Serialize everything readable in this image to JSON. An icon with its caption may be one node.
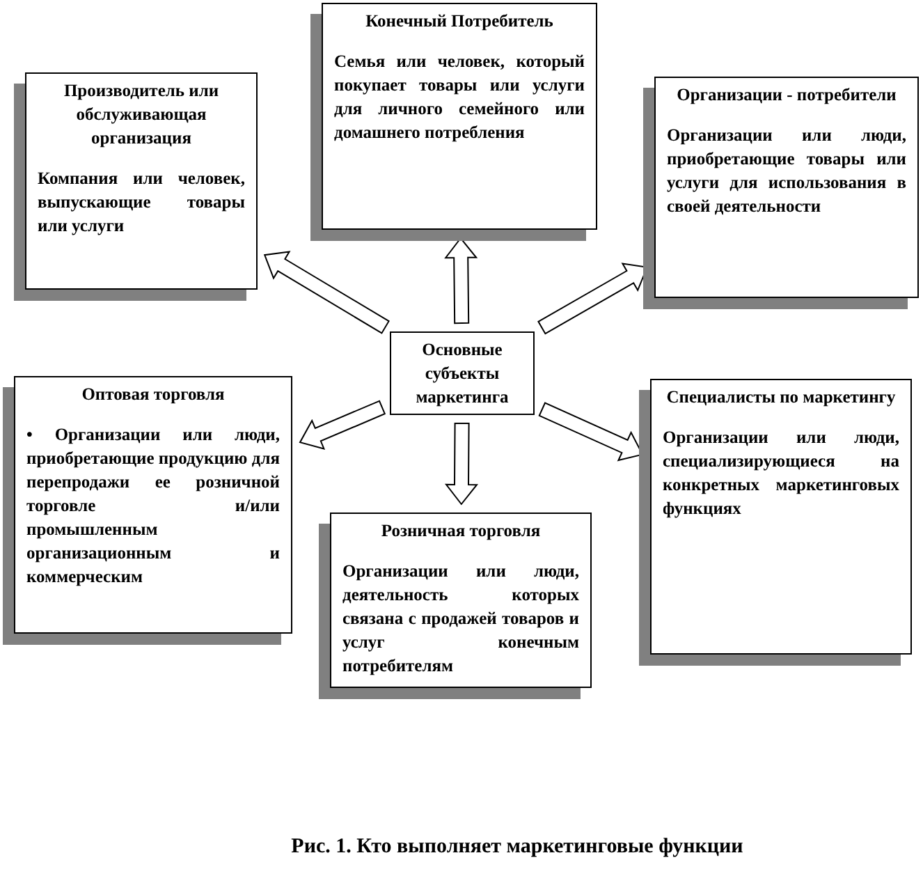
{
  "diagram": {
    "caption": "Рис. 1. Кто выполняет маркетинговые функции",
    "nodes": [
      {
        "text": [
          "Конечный Потребитель",
          "Семья или человек, который покупает товары или услуги для личного семейного или домашнего потребления"
        ]
      },
      {
        "text": [
          "Производитель или обслуживающая организация",
          "Компания или человек, выпускающие товары или услуги"
        ]
      },
      {
        "text": [
          "Организации - потребители",
          "Организации или люди, приобретающие товары или услуги для использования в своей деятельности"
        ]
      },
      {
        "text": [
          "Основные субъекты маркетинга"
        ]
      },
      {
        "text": [
          "Оптовая торговля",
          "• Организации или люди, приобретающие продукцию для перепродажи ее розничной торговле и/или промышленным организационным и коммерческим"
        ]
      },
      {
        "text": [
          "Специалисты по маркетингу",
          "Организации или люди, специализирующиеся на конкретных маркетинговых функциях"
        ]
      },
      {
        "text": [
          "Розничная торговля",
          "Организации или люди, деятельность которых связана с продажей товаров и услуг конечным потребителям"
        ]
      }
    ],
    "edges": [
      {
        "from": 3,
        "to": 0,
        "arrow": "to"
      },
      {
        "from": 3,
        "to": 1,
        "arrow": "to"
      },
      {
        "from": 3,
        "to": 2,
        "arrow": "to"
      },
      {
        "from": 3,
        "to": 4,
        "arrow": "to"
      },
      {
        "from": 3,
        "to": 5,
        "arrow": "to"
      },
      {
        "from": 3,
        "to": 6,
        "arrow": "to"
      }
    ]
  }
}
